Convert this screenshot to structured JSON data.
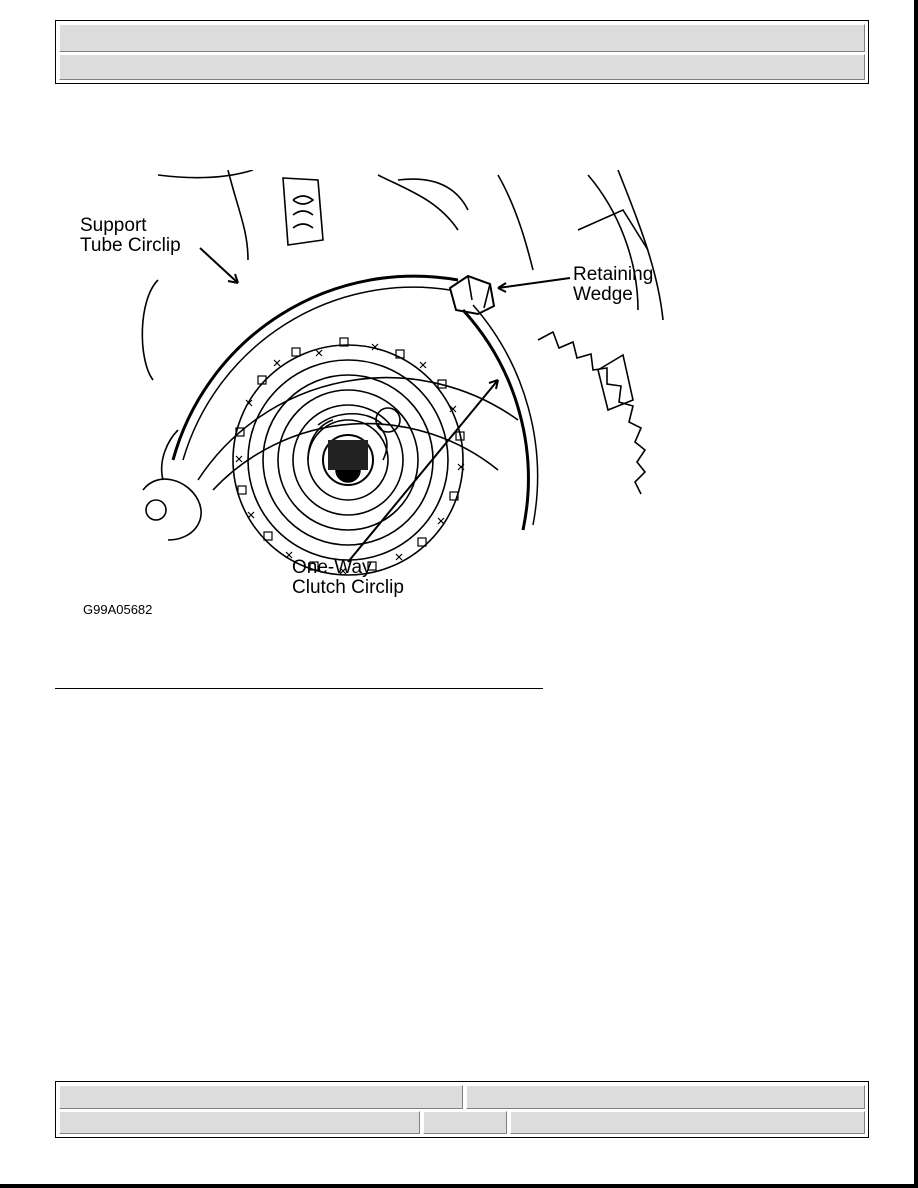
{
  "header": {
    "row1": "",
    "row2": ""
  },
  "figure": {
    "callouts": {
      "support_tube_circlip": "Support\nTube Circlip",
      "retaining_wedge": "Retaining\nWedge",
      "one_way_clutch_circlip": "One-Way\nClutch Circlip"
    },
    "figure_id": "G99A05682"
  },
  "footer": {
    "left_top": "",
    "right_top": "",
    "left_bottom": "",
    "mid_bottom": "",
    "right_bottom": ""
  }
}
